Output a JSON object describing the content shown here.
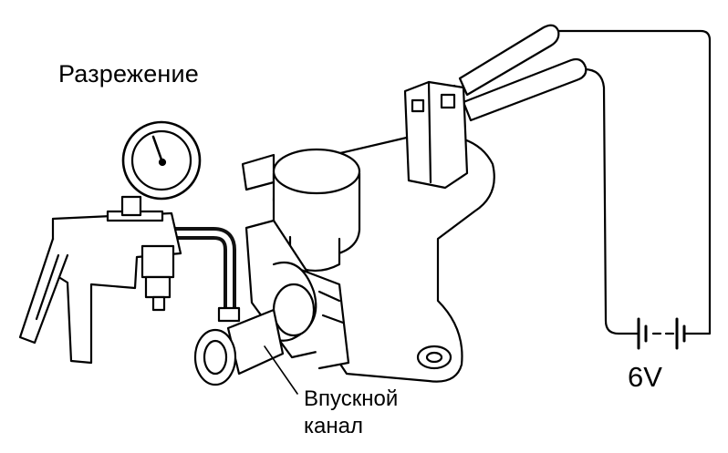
{
  "labels": {
    "vacuum": "Разрежение",
    "intake_line1": "Впускной",
    "intake_line2": "канал",
    "voltage": "6V"
  },
  "colors": {
    "ink": "#000000",
    "paper": "#ffffff",
    "hose": "#111111"
  },
  "components": [
    "vacuum-pump-icon",
    "vacuum-gauge-icon",
    "vacuum-hose-icon",
    "vsv-solenoid-valve-icon",
    "electrical-connector-icon",
    "test-probe-icon",
    "battery-icon"
  ]
}
